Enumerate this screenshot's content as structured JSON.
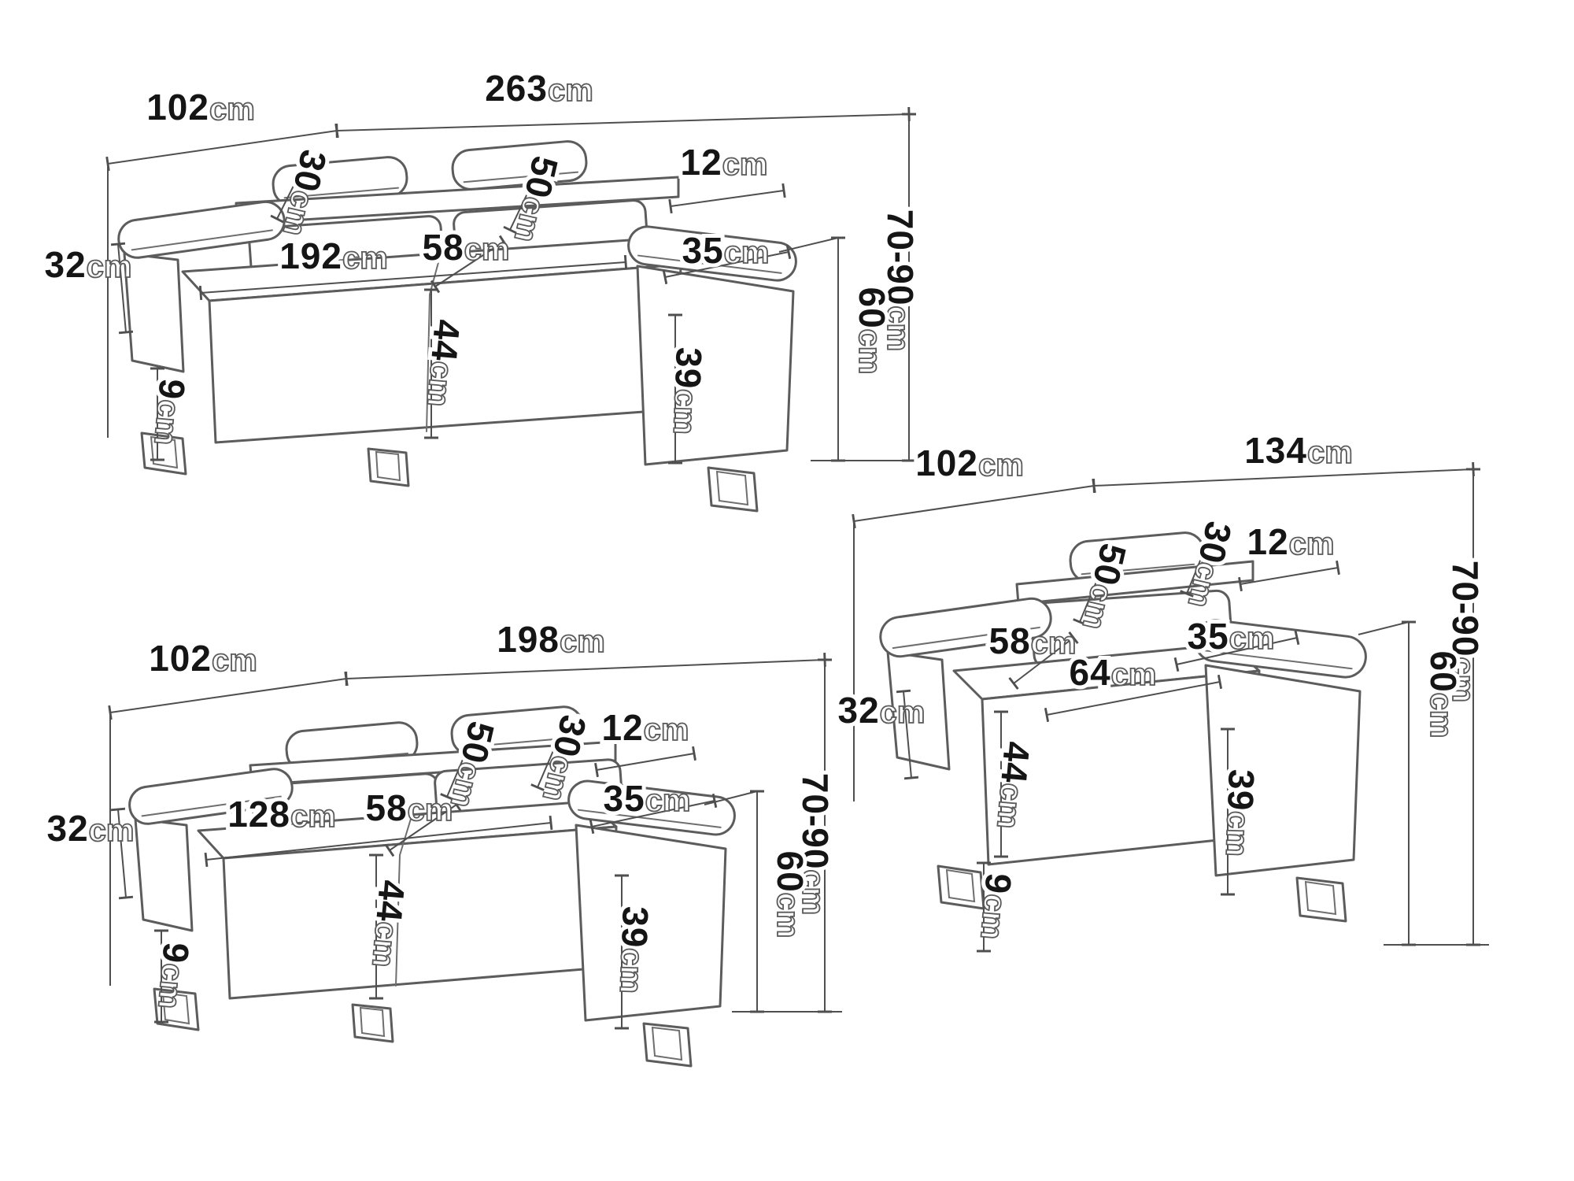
{
  "unit": "cm",
  "colors": {
    "line": "#4f4f4f",
    "sofa_outline": "#5c5c5c",
    "value_text": "#151515",
    "background": "#ffffff"
  },
  "sofas": [
    {
      "name": "three-seater-sofa",
      "dims": {
        "depth": "102",
        "width": "263",
        "headrest_height": "30",
        "backrest_height": "50",
        "armrest_top_thickness": "12",
        "armrest_side_height": "32",
        "seat_width": "192",
        "seat_depth": "58",
        "armrest_width": "35",
        "seat_height": "44",
        "floor_clearance": "9",
        "armrest_front_height": "39",
        "height_range": "70-90",
        "armrest_total_height": "60"
      }
    },
    {
      "name": "two-seater-sofa",
      "dims": {
        "depth": "102",
        "width": "198",
        "headrest_height": "30",
        "backrest_height": "50",
        "armrest_top_thickness": "12",
        "armrest_side_height": "32",
        "seat_width": "128",
        "seat_depth": "58",
        "armrest_width": "35",
        "seat_height": "44",
        "floor_clearance": "9",
        "armrest_front_height": "39",
        "height_range": "70-90",
        "armrest_total_height": "60"
      }
    },
    {
      "name": "armchair",
      "dims": {
        "depth": "102",
        "width": "134",
        "headrest_height": "30",
        "backrest_height": "50",
        "armrest_top_thickness": "12",
        "armrest_side_height": "32",
        "seat_width": "64",
        "seat_depth": "58",
        "armrest_width": "35",
        "seat_height": "44",
        "floor_clearance": "9",
        "armrest_front_height": "39",
        "height_range": "70-90",
        "armrest_total_height": "60"
      }
    }
  ]
}
